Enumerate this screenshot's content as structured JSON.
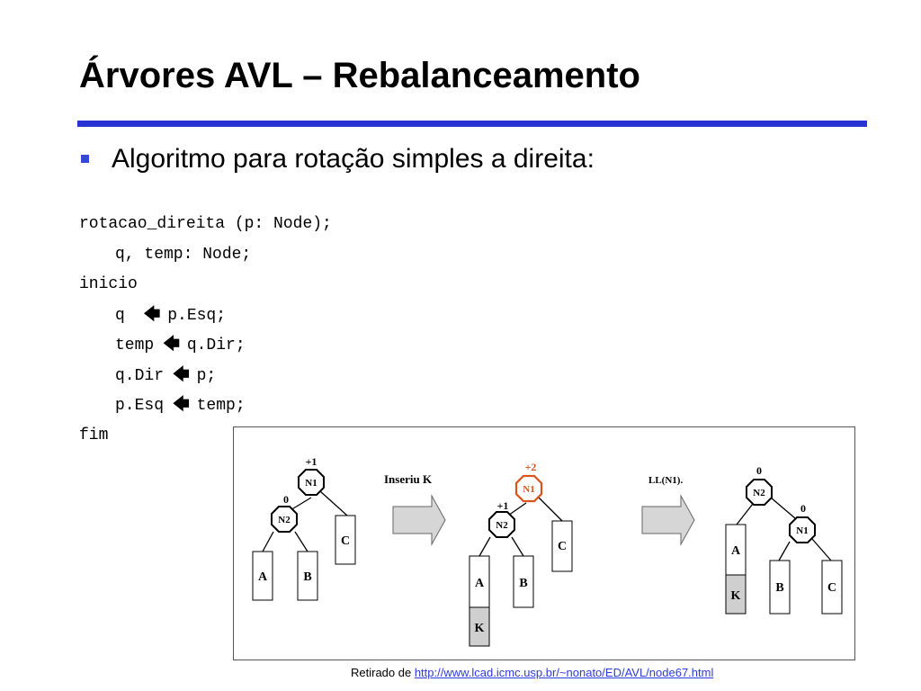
{
  "slide": {
    "title": "Árvores AVL – Rebalanceamento",
    "accent_color": "#2833d3",
    "bullet": "Algoritmo para rotação simples a direita:"
  },
  "code": {
    "arrow_glyph": "🡄",
    "lines": [
      {
        "indent": false,
        "before": "rotacao_direita (p: Node);",
        "after": ""
      },
      {
        "indent": true,
        "before": "q, temp: Node;",
        "after": ""
      },
      {
        "indent": false,
        "before": "inicio",
        "after": ""
      },
      {
        "indent": true,
        "before": "q ",
        "after": "p.Esq;"
      },
      {
        "indent": true,
        "before": "temp",
        "after": "q.Dir;"
      },
      {
        "indent": true,
        "before": "q.Dir",
        "after": "p;"
      },
      {
        "indent": true,
        "before": "p.Esq",
        "after": "temp;"
      },
      {
        "indent": false,
        "before": "fim",
        "after": ""
      }
    ]
  },
  "figure": {
    "step1_label": "Inseriu K",
    "step2_label": "LL(N1).",
    "highlight_color": "#d9541b",
    "tree1": {
      "n1": "N1",
      "n1_balance": "+1",
      "n2": "N2",
      "n2_balance": "0",
      "a": "A",
      "b": "B",
      "c": "C"
    },
    "tree2": {
      "n1": "N1",
      "n1_balance": "+2",
      "n2": "N2",
      "n2_balance": "+1",
      "a": "A",
      "k": "K",
      "b": "B",
      "c": "C"
    },
    "tree3": {
      "root": "N2",
      "root_balance": "0",
      "child": "N1",
      "child_balance": "0",
      "a": "A",
      "k": "K",
      "b": "B",
      "c": "C"
    }
  },
  "credit": {
    "prefix": "Retirado de ",
    "link_text": "http://www.lcad.icmc.usp.br/~nonato/ED/AVL/node67.html"
  }
}
